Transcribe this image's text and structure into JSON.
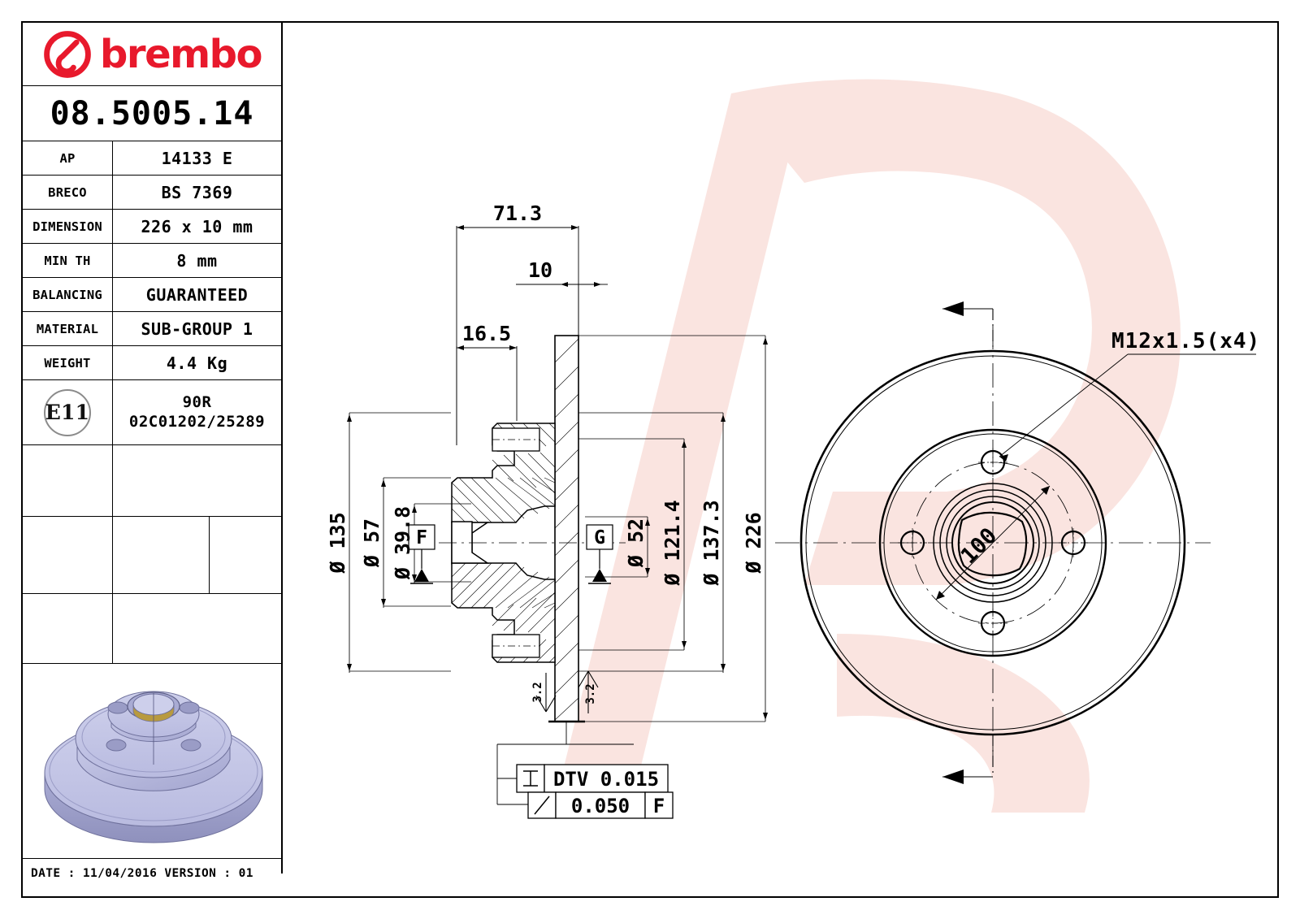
{
  "brand": {
    "name": "brembo",
    "logo_color": "#e8192c",
    "logo_icon": "brembo-b-icon"
  },
  "part": {
    "code": "08.5005.14"
  },
  "spec_table": [
    {
      "key": "AP",
      "value": "14133 E"
    },
    {
      "key": "BRECO",
      "value": "BS 7369"
    },
    {
      "key": "DIMENSION",
      "value": "226 x 10 mm"
    },
    {
      "key": "MIN TH",
      "value": "8 mm"
    },
    {
      "key": "BALANCING",
      "value": "GUARANTEED"
    },
    {
      "key": "MATERIAL",
      "value": "SUB-GROUP 1"
    },
    {
      "key": "WEIGHT",
      "value": "4.4 Kg"
    }
  ],
  "homologation": {
    "mark": "E11",
    "line1": "90R",
    "line2": "02C01202/25289"
  },
  "footer": {
    "text": "DATE : 11/04/2016 VERSION : 01"
  },
  "product_image": {
    "alt": "brake-disc-3d-render",
    "body_color": "#b5b7dd",
    "top_color": "#c6c8e8",
    "hole_color": "#9a9cc6",
    "bore_color": "#b89a3f"
  },
  "drawing": {
    "section_view": {
      "linear_dimensions": [
        {
          "label": "71.3",
          "id": "dim-71-3"
        },
        {
          "label": "10",
          "id": "dim-10"
        },
        {
          "label": "16.5",
          "id": "dim-16-5"
        }
      ],
      "diameter_dimensions_left": [
        {
          "label": "Ø 135",
          "id": "dim-d135"
        },
        {
          "label": "Ø 57",
          "id": "dim-d57"
        },
        {
          "label": "Ø 39.8",
          "id": "dim-d39-8"
        }
      ],
      "diameter_dimensions_right": [
        {
          "label": "Ø 52",
          "id": "dim-d52"
        },
        {
          "label": "Ø 121.4",
          "id": "dim-d121-4"
        },
        {
          "label": "Ø 137.3",
          "id": "dim-d137-3"
        },
        {
          "label": "Ø 226",
          "id": "dim-d226"
        }
      ],
      "datums": [
        {
          "label": "F",
          "id": "datum-f"
        },
        {
          "label": "G",
          "id": "datum-g"
        }
      ],
      "surface_finish": [
        {
          "label": "3.2",
          "id": "roughness-left"
        },
        {
          "label": "3.2",
          "id": "roughness-right"
        }
      ],
      "tolerance_frames": [
        {
          "symbol": "thickness-variation-icon",
          "text": "DTV 0.015",
          "id": "gdt-dtv"
        },
        {
          "symbol": "runout-icon",
          "value": "0.050",
          "datum": "F",
          "id": "gdt-runout"
        }
      ]
    },
    "face_view": {
      "thread_callout": "M12x1.5(x4)",
      "pcd_label": "100",
      "bolt_hole_count": 4,
      "section_arrows": 2
    }
  }
}
